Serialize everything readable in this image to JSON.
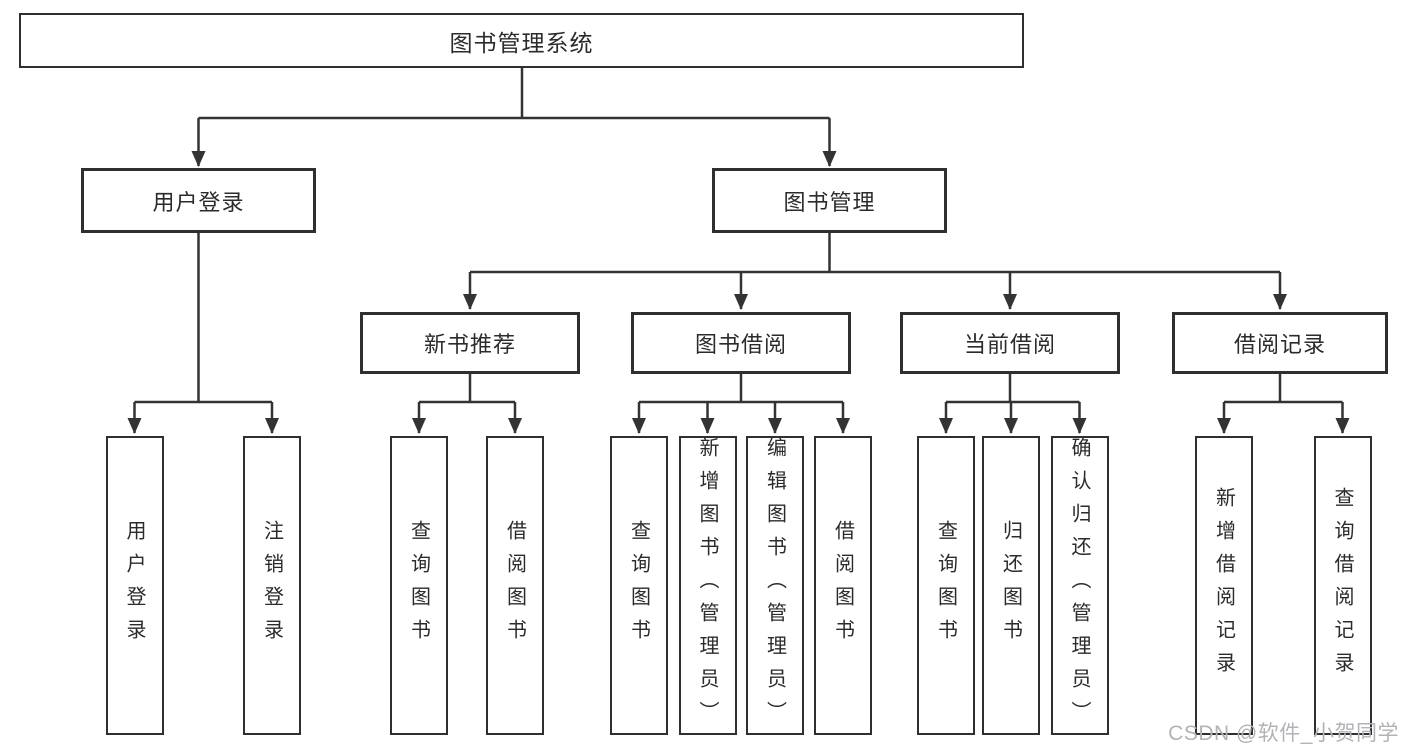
{
  "diagram": {
    "root": {
      "label": "图书管理系统"
    },
    "level2": [
      {
        "label": "用户登录"
      },
      {
        "label": "图书管理"
      }
    ],
    "level3": [
      {
        "label": "新书推荐"
      },
      {
        "label": "图书借阅"
      },
      {
        "label": "当前借阅"
      },
      {
        "label": "借阅记录"
      }
    ],
    "leaves": {
      "user_login": [
        "用户登录",
        "注销登录"
      ],
      "new_book_recommend": [
        "查询图书",
        "借阅图书"
      ],
      "book_borrow": [
        "查询图书",
        "新增图书（管理员）",
        "编辑图书（管理员）",
        "借阅图书"
      ],
      "current_borrow": [
        "查询图书",
        "归还图书",
        "确认归还（管理员）"
      ],
      "borrow_records": [
        "新增借阅记录",
        "查询借阅记录"
      ]
    }
  },
  "watermark": {
    "text": "CSDN @软件_小贺同学"
  },
  "colors": {
    "line": "#333333",
    "border": "#2f2f2f",
    "text": "#2b2b2b",
    "watermark": "#b3b2b7",
    "background": "#ffffff"
  }
}
